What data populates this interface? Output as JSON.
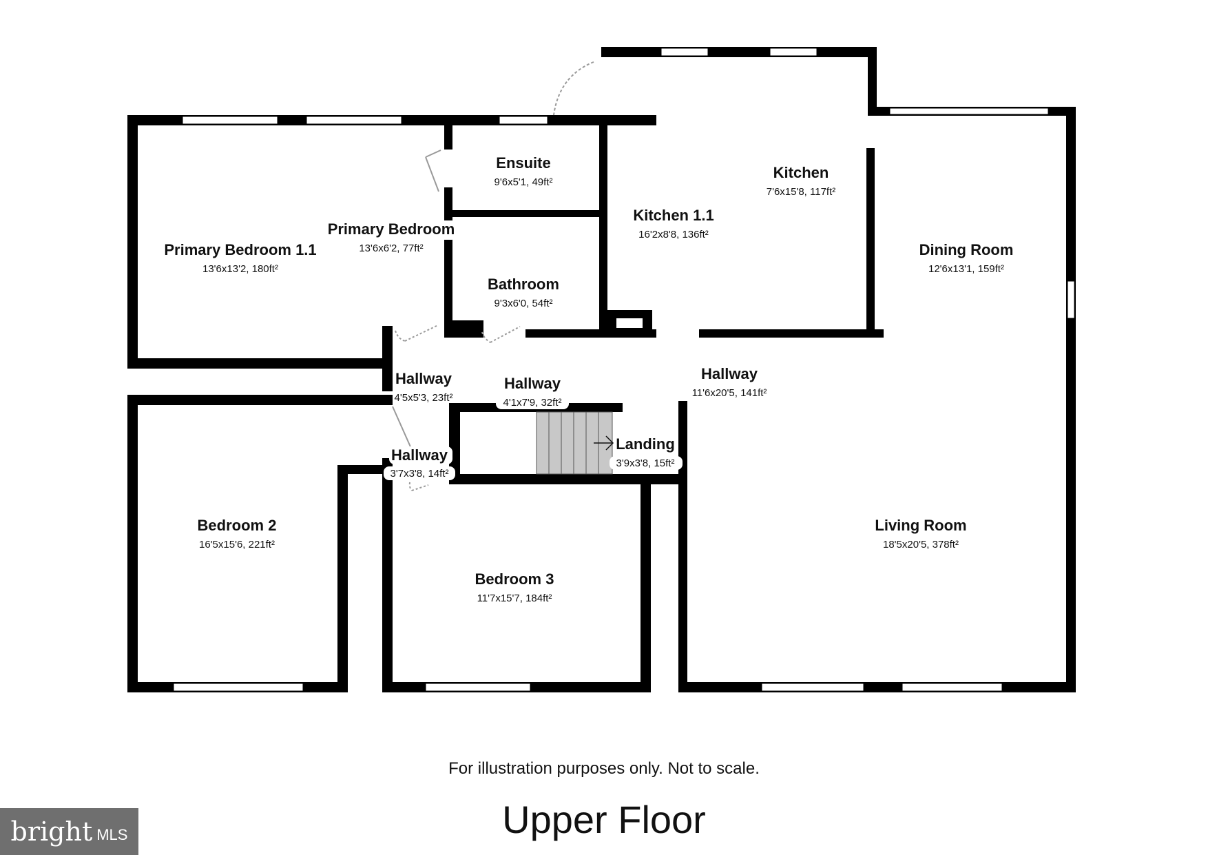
{
  "rooms": {
    "primary_bedroom_1_1": {
      "name": "Primary Bedroom 1.1",
      "dims": "13'6x13'2, 180ft²"
    },
    "primary_bedroom": {
      "name": "Primary Bedroom",
      "dims": "13'6x6'2, 77ft²"
    },
    "ensuite": {
      "name": "Ensuite",
      "dims": "9'6x5'1, 49ft²"
    },
    "bathroom": {
      "name": "Bathroom",
      "dims": "9'3x6'0, 54ft²"
    },
    "kitchen_1_1": {
      "name": "Kitchen 1.1",
      "dims": "16'2x8'8, 136ft²"
    },
    "kitchen": {
      "name": "Kitchen",
      "dims": "7'6x15'8, 117ft²"
    },
    "dining_room": {
      "name": "Dining Room",
      "dims": "12'6x13'1, 159ft²"
    },
    "hallway_a": {
      "name": "Hallway",
      "dims": "4'5x5'3, 23ft²"
    },
    "hallway_b": {
      "name": "Hallway",
      "dims": "4'1x7'9, 32ft²"
    },
    "hallway_c": {
      "name": "Hallway",
      "dims": "11'6x20'5, 141ft²"
    },
    "hallway_d": {
      "name": "Hallway",
      "dims": "3'7x3'8, 14ft²"
    },
    "landing": {
      "name": "Landing",
      "dims": "3'9x3'8, 15ft²"
    },
    "bedroom_2": {
      "name": "Bedroom 2",
      "dims": "16'5x15'6, 221ft²"
    },
    "bedroom_3": {
      "name": "Bedroom 3",
      "dims": "11'7x15'7, 184ft²"
    },
    "living_room": {
      "name": "Living Room",
      "dims": "18'5x20'5, 378ft²"
    }
  },
  "caption": "For illustration purposes only. Not to scale.",
  "floor_title": "Upper Floor",
  "logo": {
    "wordmark": "bright",
    "suffix": "MLS"
  },
  "colors": {
    "wall": "#000000",
    "window": "#ffffff",
    "stairs": "#c8c8c8",
    "door": "#999999",
    "logo_bg": "#6f6f6f"
  }
}
